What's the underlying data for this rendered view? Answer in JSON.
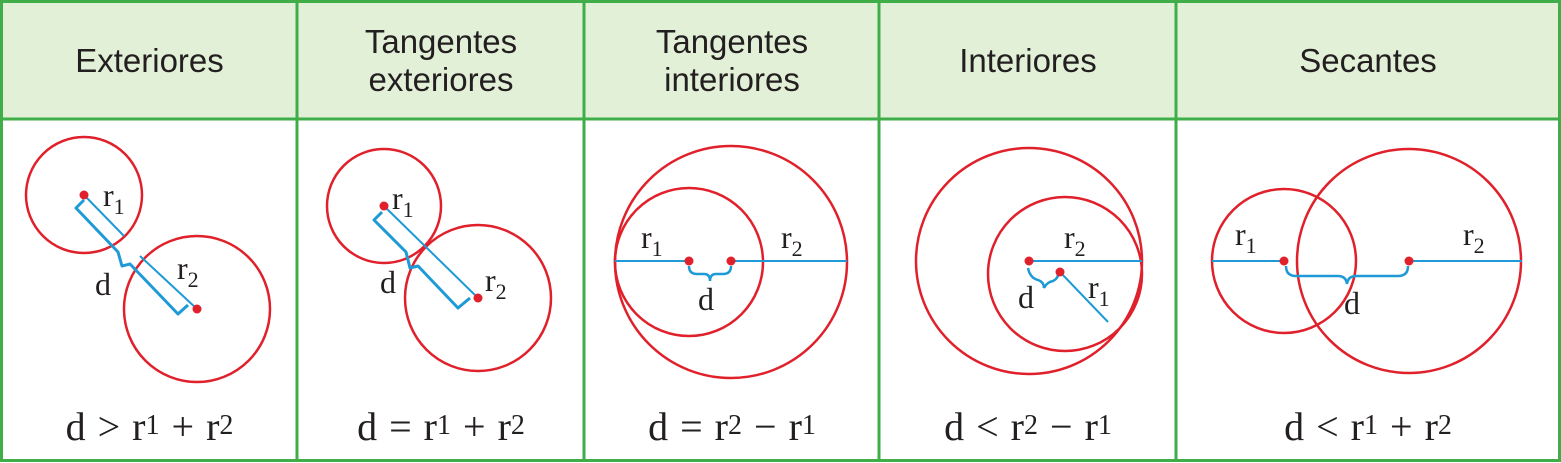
{
  "colors": {
    "header_bg": "#e3f0d8",
    "border": "#3fae49",
    "circle": "#e0202a",
    "segment": "#1e9ad6",
    "text": "#231f20"
  },
  "columns": [
    {
      "header": "Exteriores",
      "formula": {
        "lhs": "d",
        "op": ">",
        "t1": "r",
        "s1": "1",
        "op2": "+",
        "t2": "r",
        "s2": "2"
      }
    },
    {
      "header": "Tangentes\nexteriores",
      "formula": {
        "lhs": "d",
        "op": "=",
        "t1": "r",
        "s1": "1",
        "op2": "+",
        "t2": "r",
        "s2": "2"
      }
    },
    {
      "header": "Tangentes\ninteriores",
      "formula": {
        "lhs": "d",
        "op": "=",
        "t1": "r",
        "s1": "2",
        "op2": "−",
        "t2": "r",
        "s2": "1"
      }
    },
    {
      "header": "Interiores",
      "formula": {
        "lhs": "d",
        "op": "<",
        "t1": "r",
        "s1": "2",
        "op2": "−",
        "t2": "r",
        "s2": "1"
      }
    },
    {
      "header": "Secantes",
      "formula": {
        "lhs": "d",
        "op": "<",
        "t1": "r",
        "s1": "1",
        "op2": "+",
        "t2": "r",
        "s2": "2"
      }
    }
  ],
  "labels": {
    "d": "d",
    "r": "r",
    "one": "1",
    "two": "2"
  }
}
